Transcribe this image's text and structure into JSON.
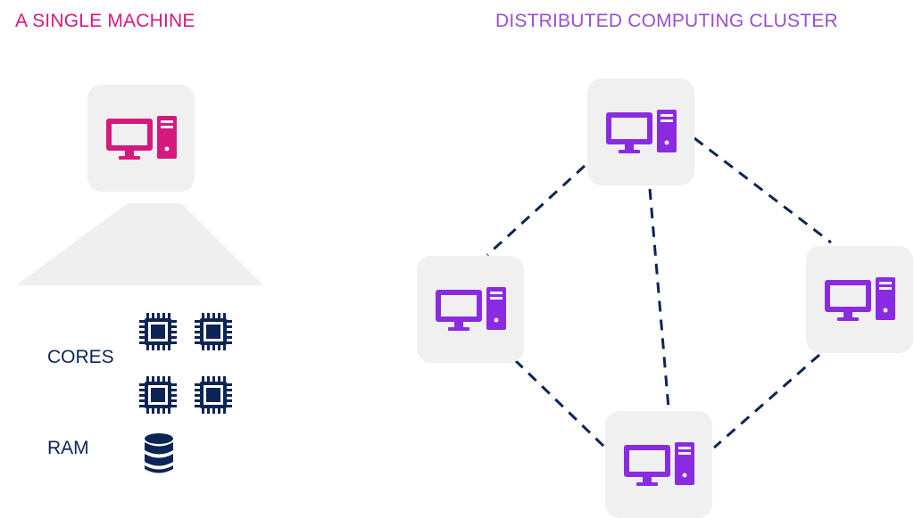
{
  "titles": {
    "single": "A SINGLE MACHINE",
    "cluster": "DISTRIBUTED COMPUTING CLUSTER"
  },
  "labels": {
    "cores": "CORES",
    "ram": "RAM"
  },
  "colors": {
    "single_accent": "#d6197f",
    "cluster_accent": "#8a2be2",
    "cluster_title": "#9a4fd0",
    "dark_navy": "#0d2456",
    "node_bg": "#f0f0f0",
    "funnel": "#efefef"
  },
  "icons": {
    "machine": "desktop-computer-icon",
    "core": "cpu-chip-icon",
    "ram": "database-stack-icon"
  }
}
